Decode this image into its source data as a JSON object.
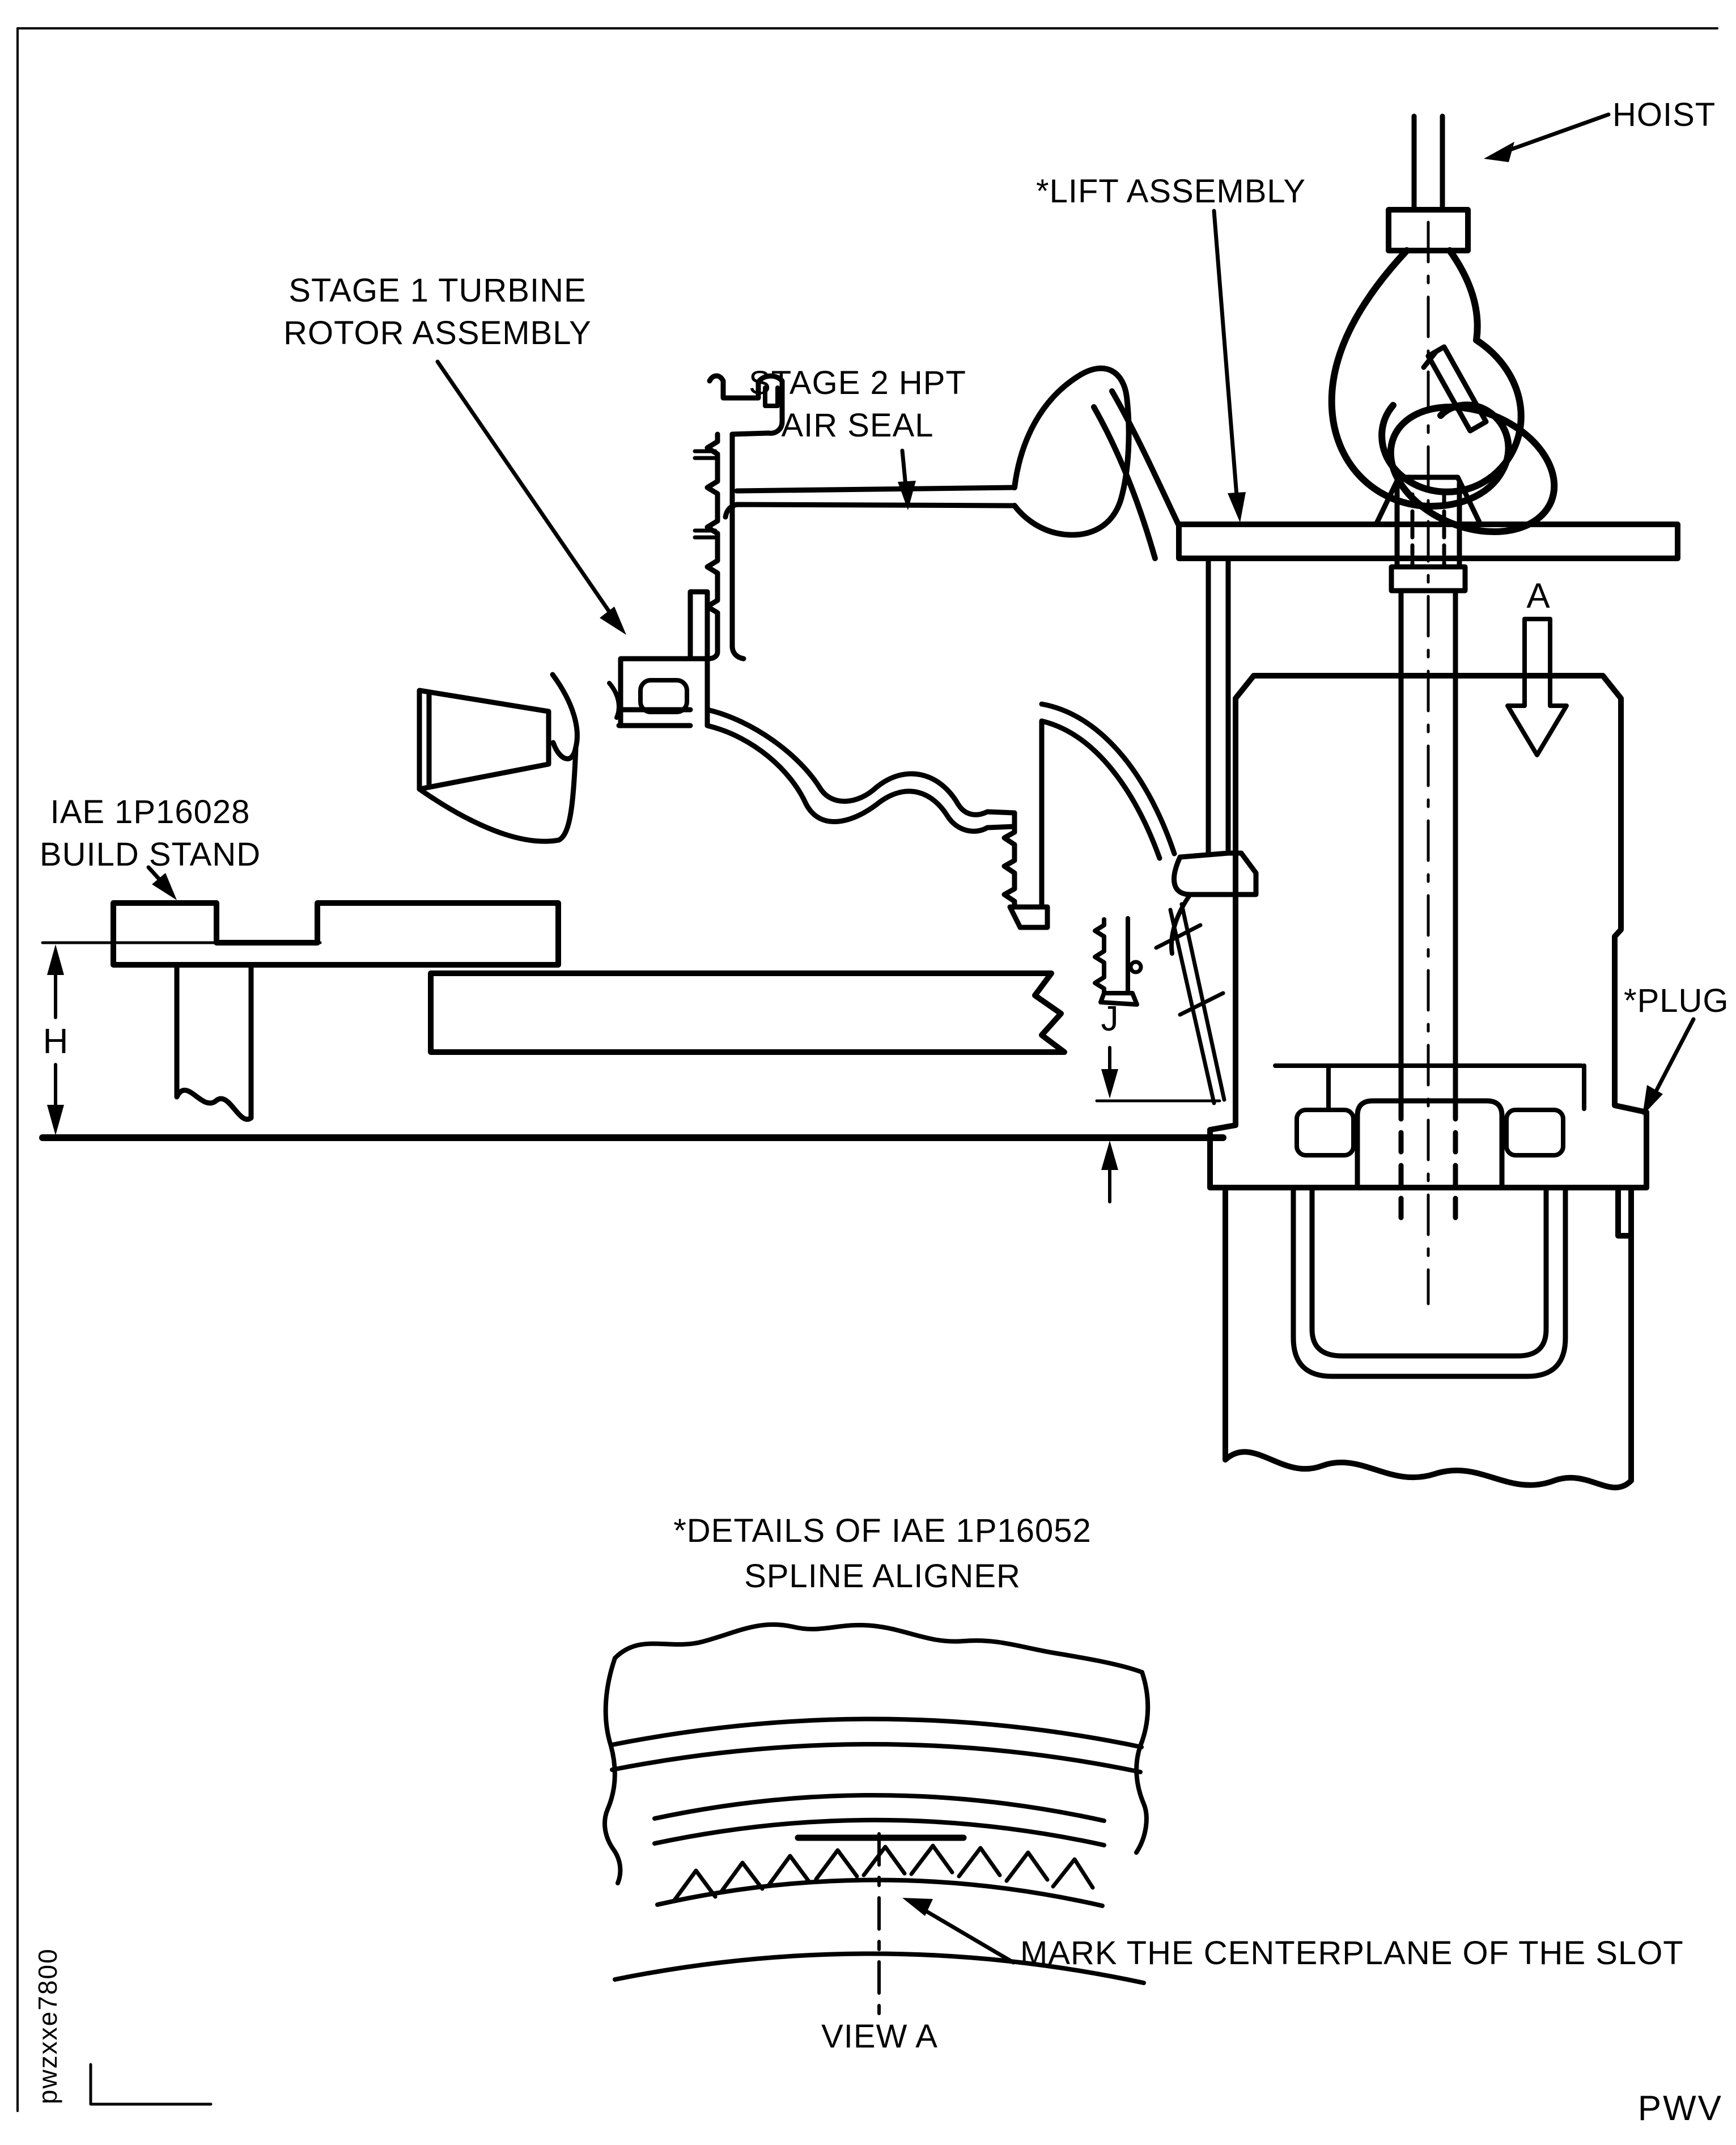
{
  "page": {
    "paper_color": "#ffffff",
    "ink_color": "#000000",
    "figure_code": "pwzxxe7800",
    "publisher_code": "PWV"
  },
  "labels": {
    "hoist": "HOIST",
    "lift_assembly": "*LIFT ASSEMBLY",
    "stage2_line1": "STAGE 2 HPT",
    "stage2_line2": "AIR SEAL",
    "stage1_line1": "STAGE 1 TURBINE",
    "stage1_line2": "ROTOR ASSEMBLY",
    "build_stand_line1": "IAE 1P16028",
    "build_stand_line2": "BUILD STAND",
    "plug": "*PLUG",
    "details_line1": "*DETAILS OF IAE 1P16052",
    "details_line2": "SPLINE ALIGNER",
    "mark_slot": "MARK THE CENTERPLANE OF THE SLOT",
    "view_a": "VIEW A",
    "view_arrow_label": "A",
    "dim_h": "H",
    "dim_j": "J"
  }
}
